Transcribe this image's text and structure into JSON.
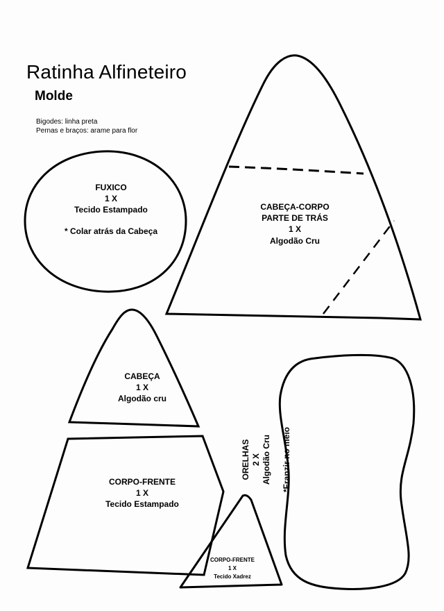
{
  "header": {
    "title": "Ratinha Alfineteiro",
    "subtitle": "Molde"
  },
  "notes": {
    "line1": "Bigodes: linha preta",
    "line2": "Pernas e braços: arame para flor"
  },
  "pieces": {
    "fuxico": {
      "name": "FUXICO",
      "qty": "1 X",
      "material": "Tecido Estampado",
      "note": "* Colar atrás da Cabeça"
    },
    "cabeca_corpo": {
      "name": "CABEÇA-CORPO",
      "name2": "PARTE DE TRÁS",
      "qty": "1 X",
      "material": "Algodão Cru"
    },
    "cabeca": {
      "name": "CABEÇA",
      "qty": "1 X",
      "material": "Algodão cru"
    },
    "corpo_frente": {
      "name": "CORPO-FRENTE",
      "qty": "1 X",
      "material": "Tecido Estampado"
    },
    "corpo_frente_small": {
      "name": "CORPO-FRENTE",
      "qty": "1 X",
      "material": "Tecido Xadrez"
    },
    "orelhas": {
      "name": "ORELHAS",
      "qty": "2 X",
      "material": "Algodão Cru",
      "note": "*Franzir no meio"
    }
  }
}
